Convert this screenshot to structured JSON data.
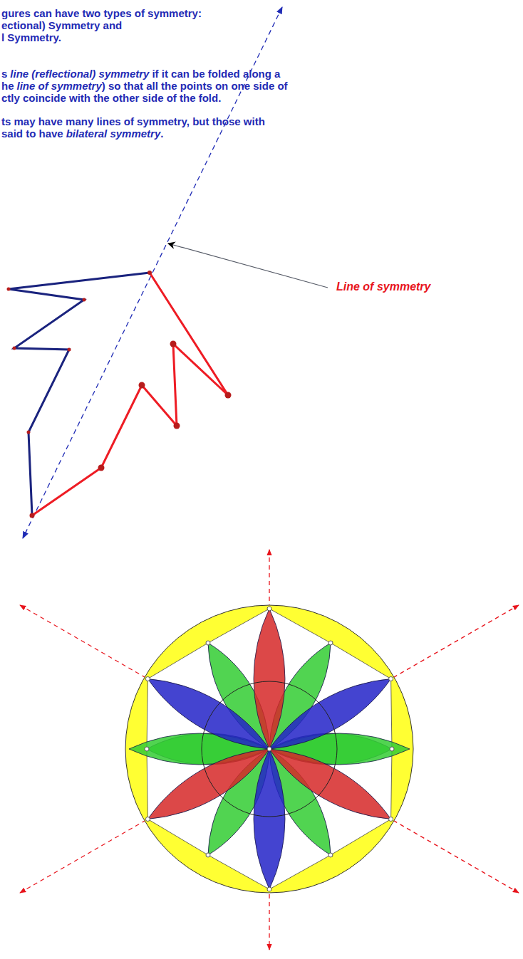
{
  "diagram": {
    "labels": [
      "gures can have two types of symmetry:",
      "ectional) Symmetry and",
      "l Symmetry.",
      "s",
      "line (reflectional) symmetry",
      "if it can be folded along a",
      "he",
      "line of symmetry",
      ") so that all the points on one side of",
      "ctly coincide with the other side of the fold.",
      "ts may have many lines of symmetry, but those with",
      "said to have",
      "bilateral symmetry",
      ".",
      "Line of symmetry"
    ]
  }
}
